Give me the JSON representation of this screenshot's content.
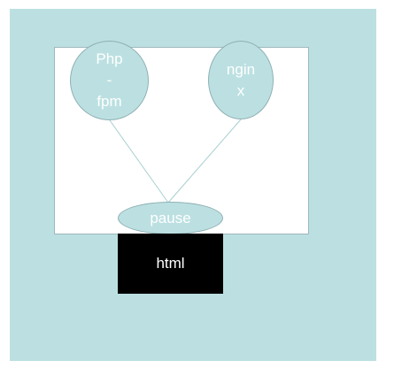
{
  "diagram": {
    "nodes": {
      "php_fpm": {
        "label": "Php\n-\nfpm"
      },
      "nginx": {
        "label": "ngin\nx"
      },
      "pause": {
        "label": "pause"
      },
      "html": {
        "label": "html"
      }
    },
    "colors": {
      "background_fill": "#bce0e1",
      "inner_box_fill": "#ffffff",
      "node_fill": "#bce0e1",
      "html_box_fill": "#000000",
      "text_color": "#ffffff",
      "connector_color": "#a9cfd0"
    }
  }
}
